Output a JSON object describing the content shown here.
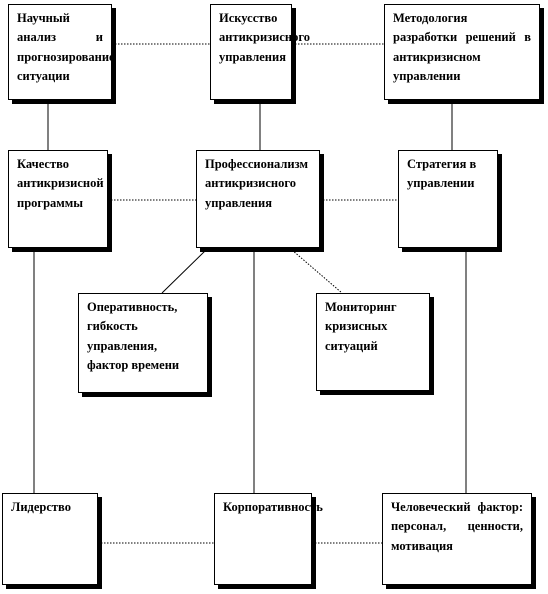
{
  "nodes": {
    "analysis": {
      "text": "Научный анализ и прогнозирование ситуации"
    },
    "art": {
      "text": "Искусство антикризисного управления"
    },
    "methodology": {
      "text": "Методология разработки решений в антикризисном управлении"
    },
    "quality": {
      "text": "Качество антикризисной программы"
    },
    "professionalism": {
      "text": "Профессионализм антикризисного управления"
    },
    "strategy": {
      "text": "Стратегия в управлении"
    },
    "efficiency": {
      "text": "Оперативность, гибкость управления, фактор времени"
    },
    "monitoring": {
      "text": "Мониторинг кризисных ситуаций"
    },
    "leadership": {
      "text": "Лидерство"
    },
    "corporate": {
      "text": "Корпоративность"
    },
    "human": {
      "text": "Человеческий фактор: персонал, ценности, мотивация"
    }
  }
}
